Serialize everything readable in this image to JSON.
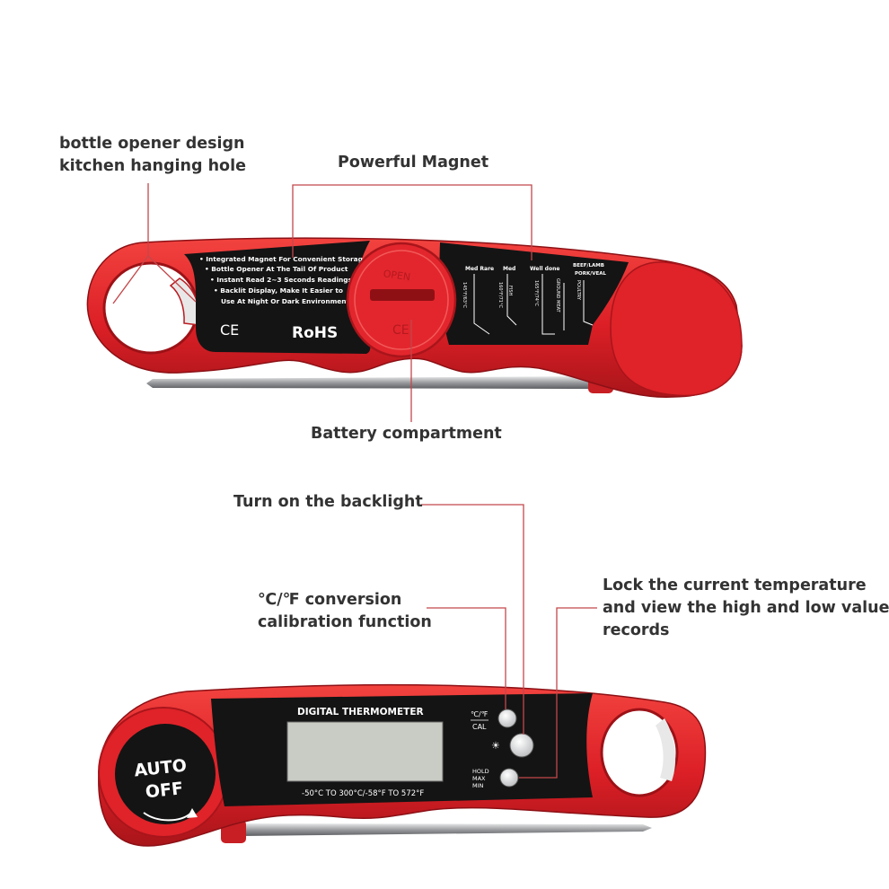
{
  "callouts": {
    "bottle_opener": [
      "bottle opener design",
      "kitchen hanging hole"
    ],
    "magnet": "Powerful Magnet",
    "battery": "Battery compartment",
    "backlight": "Turn on the backlight",
    "conversion": [
      "℃/℉ conversion",
      "calibration function"
    ],
    "lock": [
      "Lock the current temperature",
      "and view the high and low value",
      "records"
    ]
  },
  "top_device": {
    "features": [
      "• Integrated Magnet For Convenient Storage",
      "• Bottle Opener At The Tail Of Product",
      "• Instant Read 2~3 Seconds Readings",
      "• Backlit Display, Make It Easier to",
      "Use At Night Or Dark Environment"
    ],
    "ce_mark": "CE",
    "rohs_mark": "RoHS",
    "battery_cover_text": "OPEN",
    "doneness_labels": [
      "Med Rare",
      "Med",
      "Well done",
      "BEEF/LAMB",
      "PORK/VEAL"
    ],
    "meat_temps": [
      "145°F/63°C",
      "160°F/71°C",
      "165°F/74°C",
      "FISH",
      "GROUND MEAT",
      "POULTRY"
    ]
  },
  "bottom_device": {
    "title": "DIGITAL THERMOMETER",
    "range_text": "-50°C TO 300°C/-58°F TO 572°F",
    "auto_off_line1": "AUTO",
    "auto_off_line2": "OFF",
    "button_labels": {
      "unit_top": "℃/℉",
      "unit_bottom": "CAL",
      "hold_lines": [
        "HOLD",
        "MAX",
        "MIN"
      ]
    }
  },
  "colors": {
    "body_red": "#e3262d",
    "dark_red": "#a9151b",
    "panel_black": "#141414",
    "lcd_gray": "#c9ccc4",
    "callout_line": "#c4474b",
    "probe_steel": "#8d8f93"
  }
}
